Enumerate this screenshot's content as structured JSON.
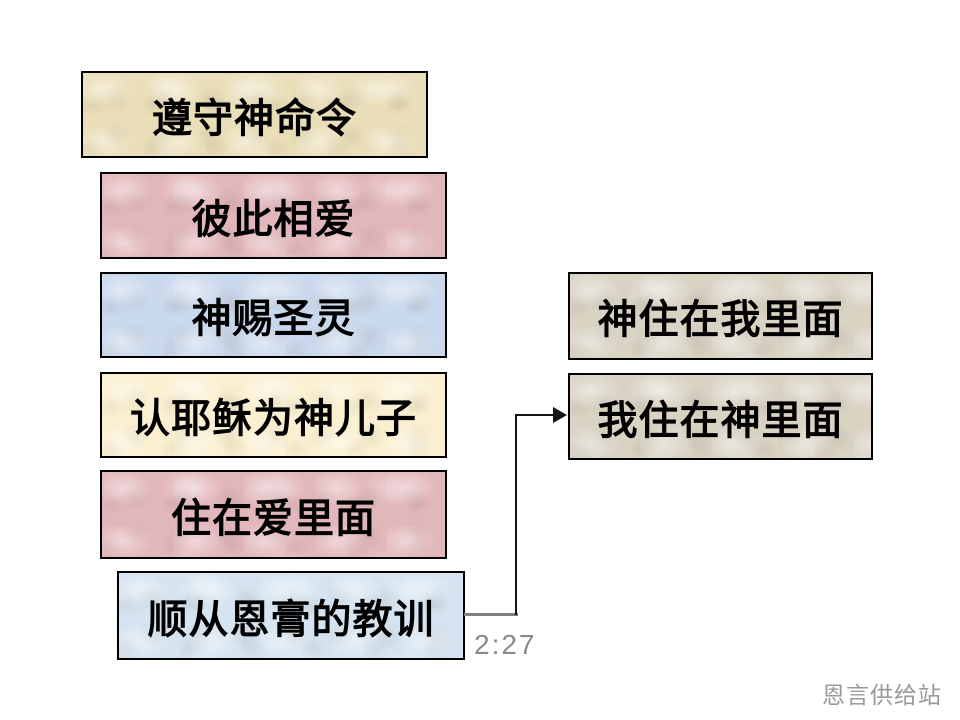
{
  "slide": {
    "left_boxes": [
      {
        "label": "遵守神命令",
        "bg": "#eadeb8"
      },
      {
        "label": "彼此相爱",
        "bg": "#e2b7bb"
      },
      {
        "label": "神赐圣灵",
        "bg": "#c9d8ec"
      },
      {
        "label": "认耶稣为神儿子",
        "bg": "#faf0d1"
      },
      {
        "label": "住在爱里面",
        "bg": "#e2b7bb"
      },
      {
        "label": "顺从恩膏的教训",
        "bg": "#d5e4f0"
      }
    ],
    "right_boxes": [
      {
        "label": "神住在我里面",
        "bg": "#d9d3c4"
      },
      {
        "label": "我住在神里面",
        "bg": "#d9d3c4"
      }
    ],
    "connector": {
      "from": "顺从恩膏的教训",
      "to": "我住在神里面",
      "stub_color": "#808080",
      "line_color": "#141414"
    },
    "annotation": {
      "verse_ref": "2:27",
      "color": "#8a8a8a"
    },
    "watermark": {
      "text": "恩言供给站",
      "color": "#999999"
    },
    "border_color": "#000000",
    "background_color": "#ffffff"
  }
}
